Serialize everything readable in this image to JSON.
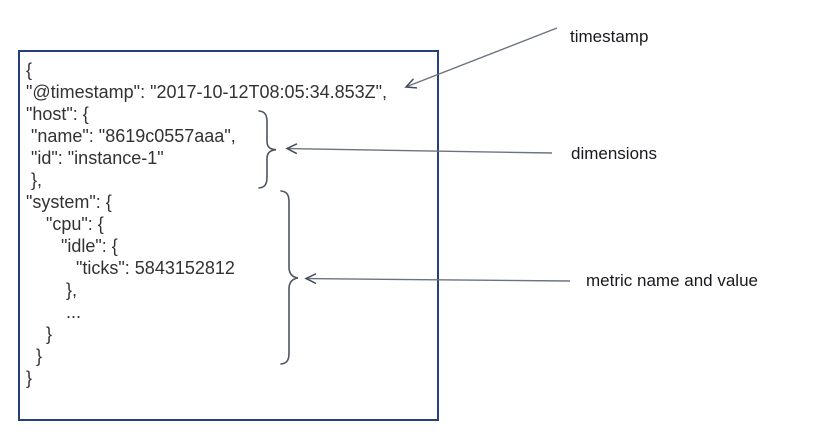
{
  "figure": {
    "type": "annotated-json-document-diagram",
    "background_color": "#ffffff",
    "box_border_color": "#25407b",
    "code_text_color": "#323232",
    "brace_color": "#4d5563",
    "arrow_color": "#6b7280",
    "label_text_color": "#17191c"
  },
  "code_box": {
    "code": "{\n\"@timestamp\": \"2017-10-12T08:05:34.853Z\",\n\"host\": {\n \"name\": \"8619c0557aaa\",\n \"id\": \"instance-1\"\n },\n\"system\": {\n    \"cpu\": {\n       \"idle\": {\n          \"ticks\": 5843152812\n        },\n        ...\n    }\n  }\n}",
    "fields": {
      "timestamp_key": "@timestamp",
      "timestamp_value": "2017-10-12T08:05:34.853Z",
      "host_name": "8619c0557aaa",
      "host_id": "instance-1",
      "metric_path": "system.cpu.idle.ticks",
      "metric_value": "5843152812"
    }
  },
  "annotations": {
    "timestamp_label": "timestamp",
    "dimensions_label": "dimensions",
    "metric_label": "metric name and value"
  }
}
